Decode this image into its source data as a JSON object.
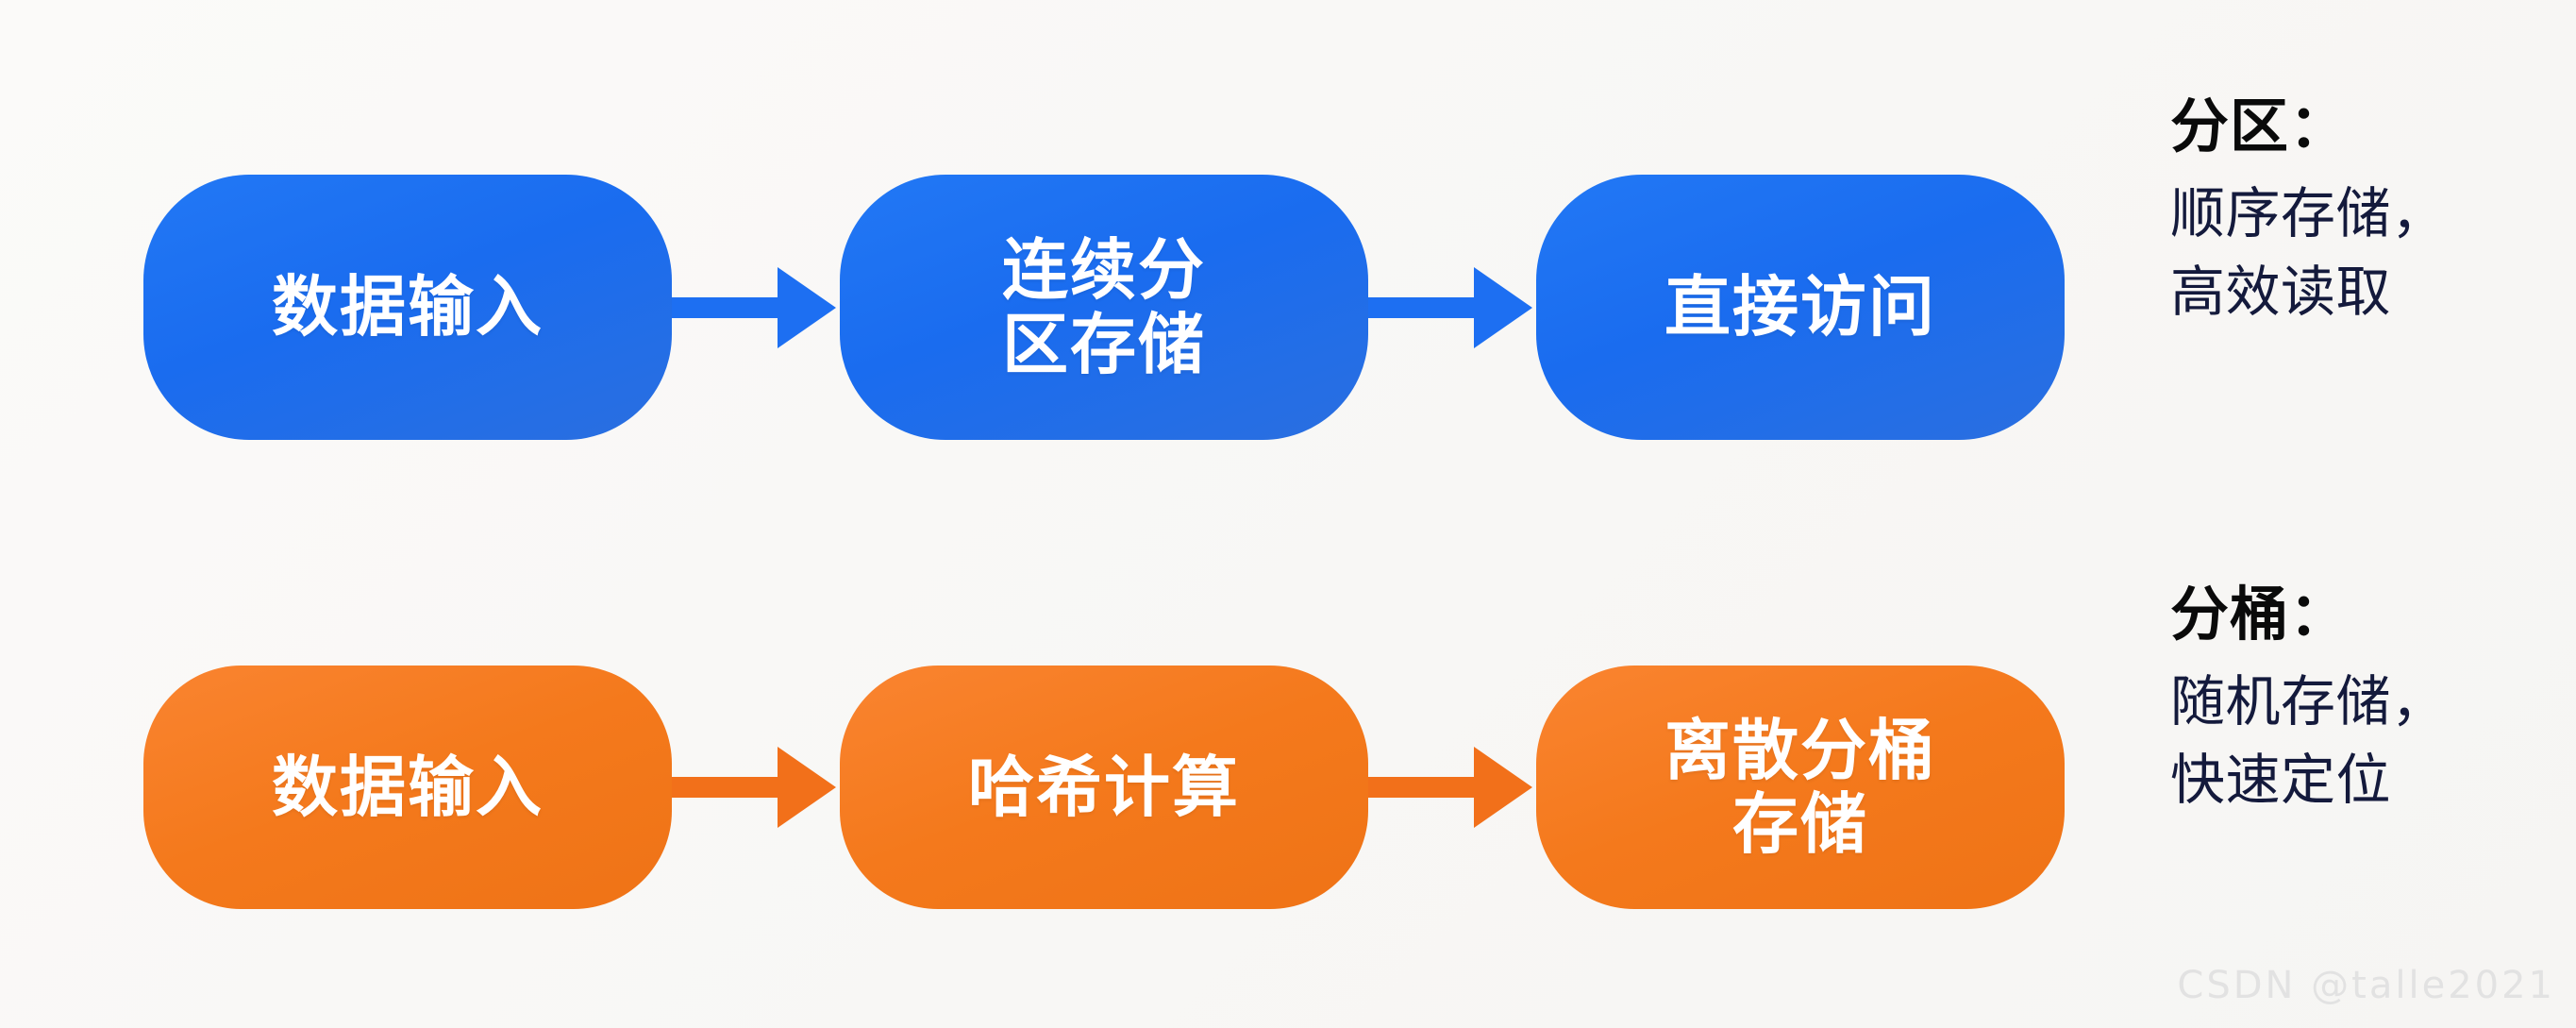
{
  "background_color": "#faf9f7",
  "palette": {
    "blue": "#1d6ff2",
    "orange": "#f2701a",
    "node_text": "#ffffff",
    "annotation_title": "#0a0a0a",
    "annotation_body": "#141a3c",
    "watermark": "#e2e2e2"
  },
  "rows": [
    {
      "key": "partition",
      "color": "#1d6ff2",
      "nodes": [
        {
          "label": "数据输入"
        },
        {
          "label": "连续分\n区存储"
        },
        {
          "label": "直接访问"
        }
      ],
      "arrows": [
        {
          "name": "arrow-partition-1"
        },
        {
          "name": "arrow-partition-2"
        }
      ],
      "annotation": {
        "title": "分区：",
        "body": "顺序存储，\n高效读取"
      }
    },
    {
      "key": "bucket",
      "color": "#f2701a",
      "nodes": [
        {
          "label": "数据输入"
        },
        {
          "label": "哈希计算"
        },
        {
          "label": "离散分桶\n存储"
        }
      ],
      "arrows": [
        {
          "name": "arrow-bucket-1"
        },
        {
          "name": "arrow-bucket-2"
        }
      ],
      "annotation": {
        "title": "分桶：",
        "body": "随机存储，\n快速定位"
      }
    }
  ],
  "watermark": "CSDN @talle2021"
}
